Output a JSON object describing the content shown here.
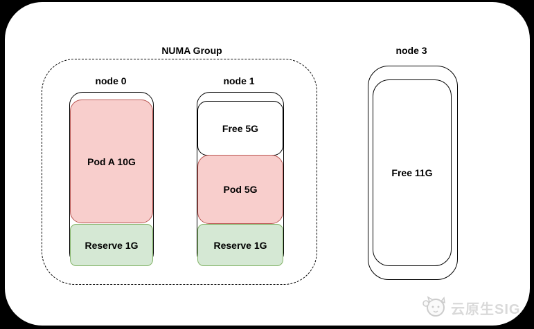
{
  "numa_group": {
    "label": "NUMA Group",
    "node0": {
      "label": "node 0",
      "blocks": {
        "pod": {
          "label": "Pod A 10G",
          "size_gb": 10,
          "type": "pod"
        },
        "reserve": {
          "label": "Reserve 1G",
          "size_gb": 1,
          "type": "reserve"
        }
      }
    },
    "node1": {
      "label": "node 1",
      "blocks": {
        "free": {
          "label": "Free 5G",
          "size_gb": 5,
          "type": "free"
        },
        "pod": {
          "label": "Pod 5G",
          "size_gb": 5,
          "type": "pod"
        },
        "reserve": {
          "label": "Reserve 1G",
          "size_gb": 1,
          "type": "reserve"
        }
      }
    }
  },
  "node3": {
    "label": "node 3",
    "blocks": {
      "free": {
        "label": "Free 11G",
        "size_gb": 11,
        "type": "free"
      }
    }
  },
  "watermark": {
    "label": "云原生SIG"
  },
  "colors": {
    "background": "#000000",
    "canvas": "#ffffff",
    "pod_fill": "#f8cecc",
    "pod_border": "#b85450",
    "reserve_fill": "#d5e8d4",
    "reserve_border": "#82b366",
    "outline": "#000000",
    "watermark_text": "#d9d9d9"
  }
}
